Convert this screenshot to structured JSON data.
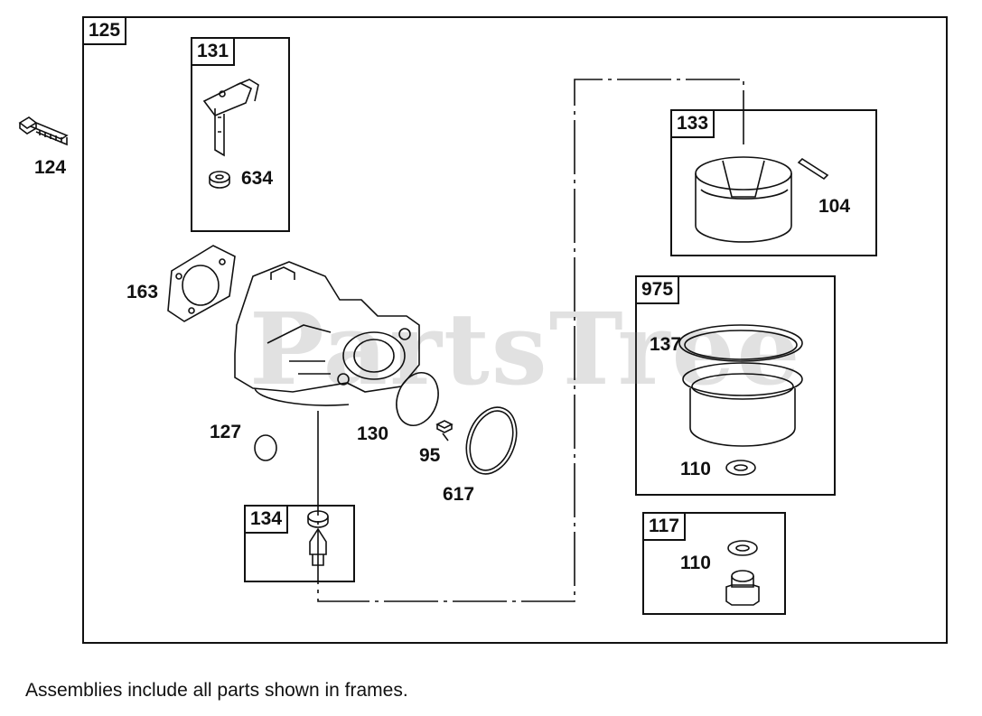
{
  "diagram": {
    "main_frame_label": "125",
    "frames": {
      "f131": "131",
      "f133": "133",
      "f975": "975",
      "f134": "134",
      "f117": "117"
    },
    "parts": {
      "p124": "124",
      "p634": "634",
      "p104": "104",
      "p163": "163",
      "p137": "137",
      "p127": "127",
      "p130": "130",
      "p95": "95",
      "p617": "617",
      "p110a": "110",
      "p110b": "110"
    },
    "watermark": "PartsTree",
    "footnote": "Assemblies include all parts shown in frames."
  }
}
